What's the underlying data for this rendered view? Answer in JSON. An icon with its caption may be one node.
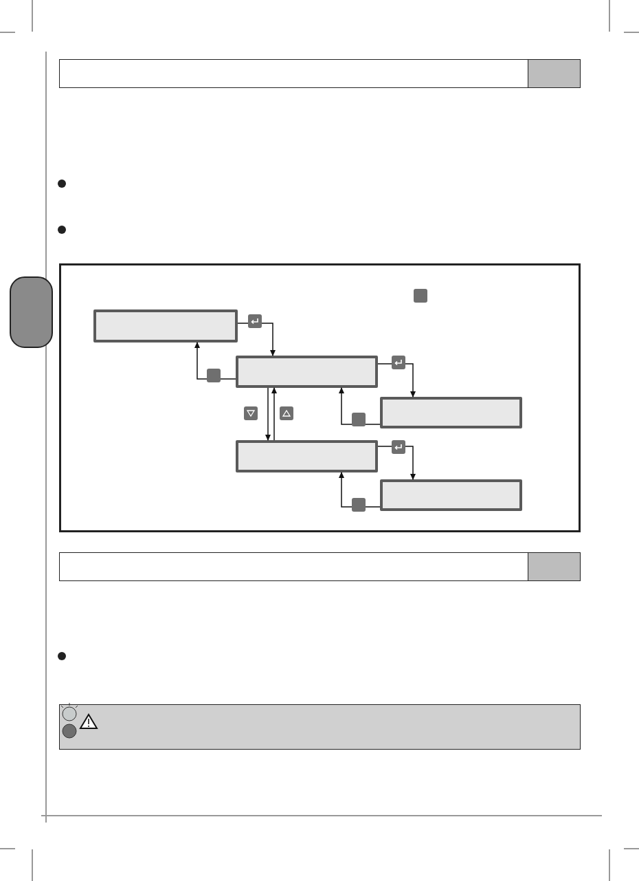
{
  "diagram": {
    "nodes": [
      {
        "text": [],
        "shape": "box"
      },
      {
        "text": [],
        "shape": "box"
      },
      {
        "text": [],
        "shape": "box"
      },
      {
        "text": [],
        "shape": "box"
      },
      {
        "text": [],
        "shape": "box"
      },
      {
        "text": [],
        "shape": "tab"
      }
    ],
    "edges": [
      {
        "from": 0,
        "to": 1,
        "arrow": "to"
      },
      {
        "from": 1,
        "to": 0,
        "arrow": "to"
      },
      {
        "from": 1,
        "to": 2,
        "arrow": "to"
      },
      {
        "from": 2,
        "to": 1,
        "arrow": "to"
      },
      {
        "from": 1,
        "to": 3,
        "arrow": "to"
      },
      {
        "from": 3,
        "to": 1,
        "arrow": "to"
      },
      {
        "from": 3,
        "to": 4,
        "arrow": "to"
      },
      {
        "from": 4,
        "to": 3,
        "arrow": "to"
      }
    ]
  }
}
